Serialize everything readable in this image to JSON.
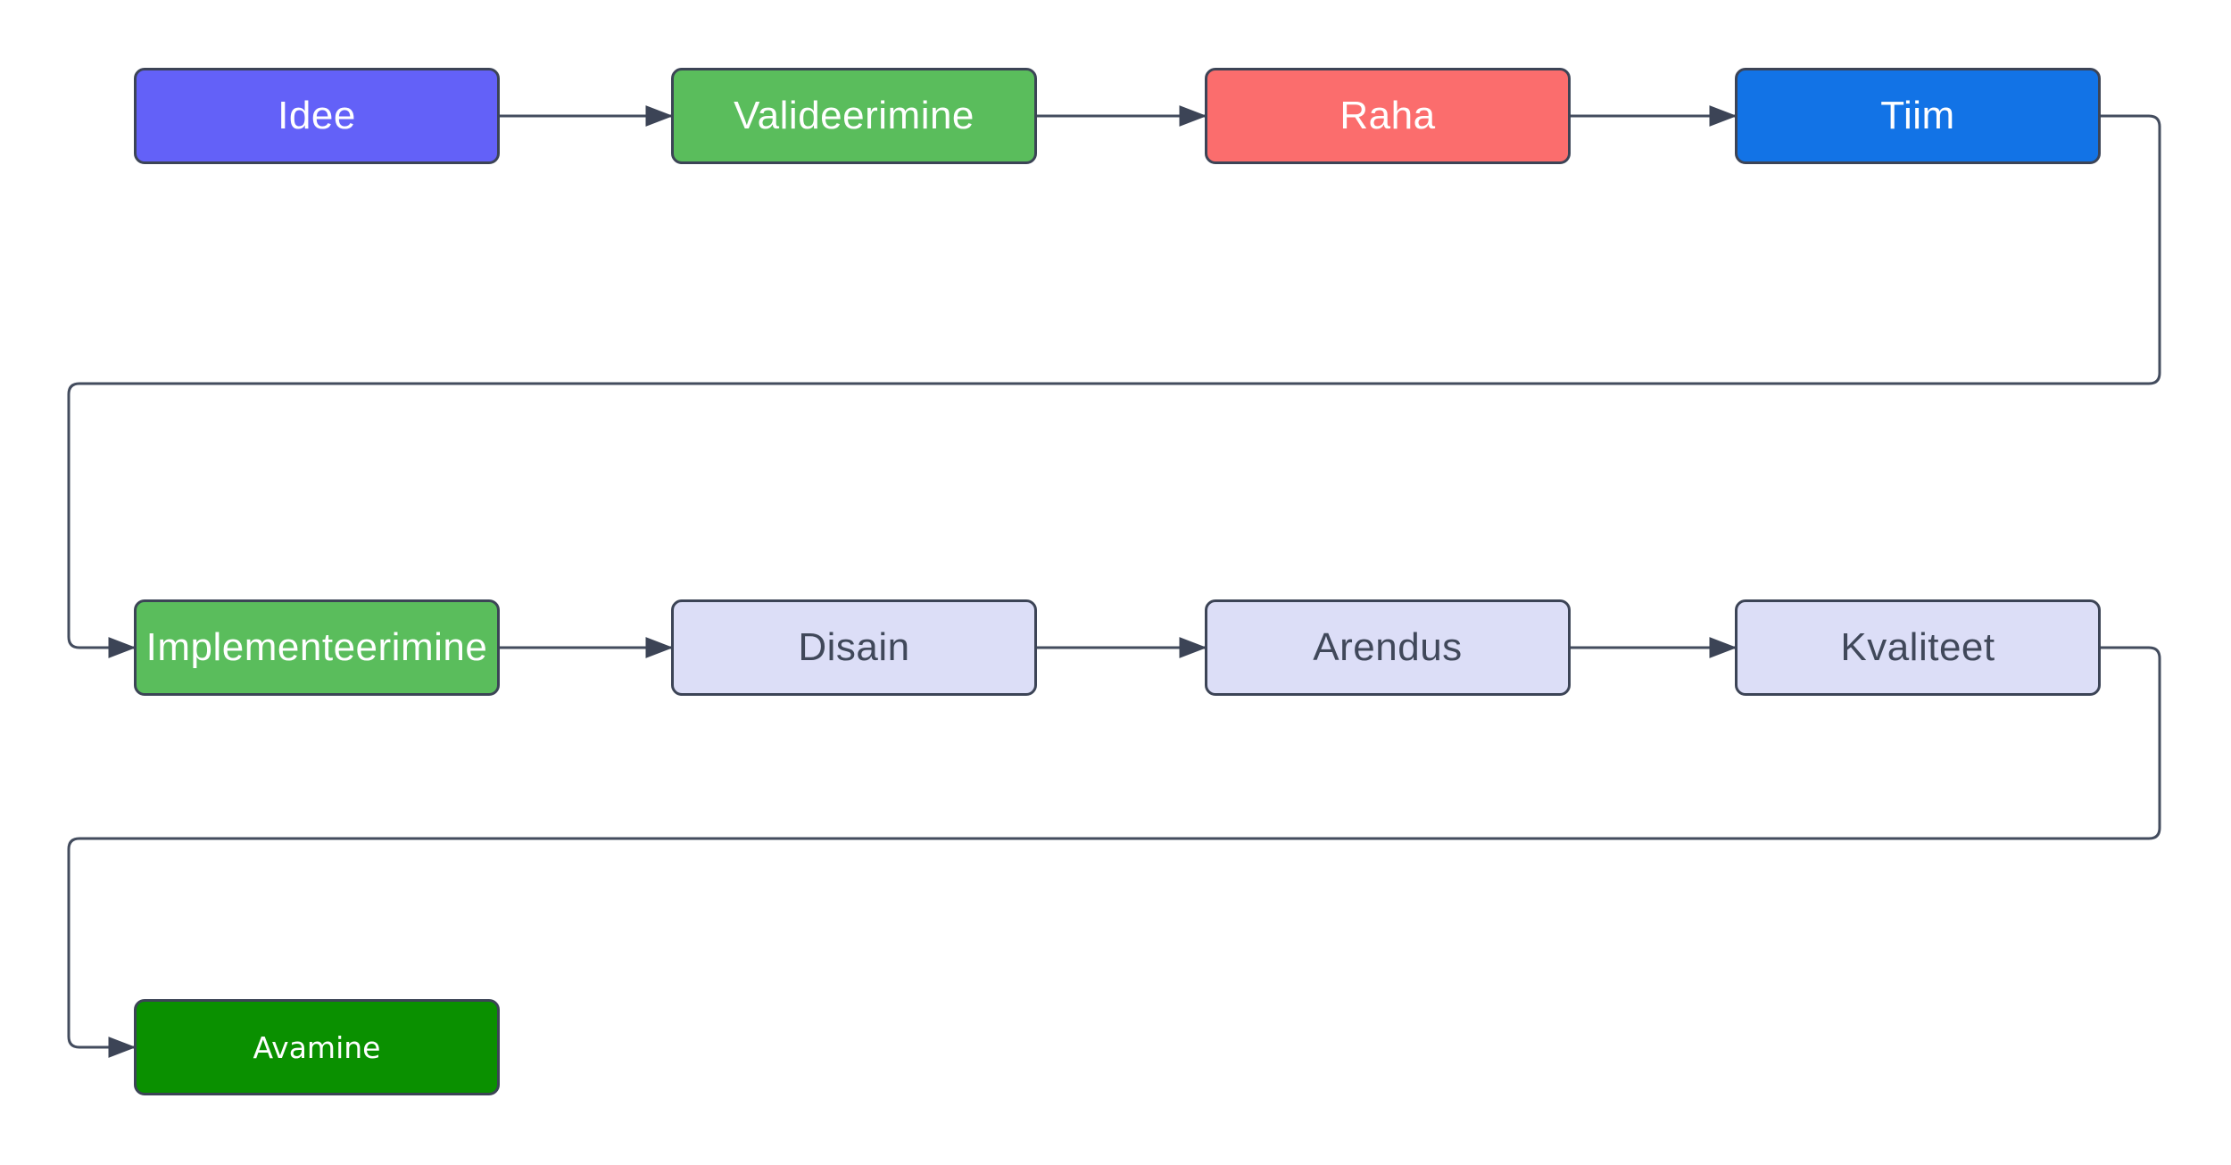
{
  "diagram_type": "flowchart",
  "colors": {
    "background": "#ffffff",
    "connector": "#434c5e",
    "arrowhead": "#3c4456",
    "node_border": "#3c4456"
  },
  "nodes": [
    {
      "id": "idee",
      "label": "Idee",
      "fill": "#6361f8",
      "text_color": "#ffffff"
    },
    {
      "id": "valideerimine",
      "label": "Valideerimine",
      "fill": "#5abd5c",
      "text_color": "#ffffff"
    },
    {
      "id": "raha",
      "label": "Raha",
      "fill": "#fb6d6d",
      "text_color": "#ffffff"
    },
    {
      "id": "tiim",
      "label": "Tiim",
      "fill": "#1273e6",
      "text_color": "#ffffff"
    },
    {
      "id": "implementeerimine",
      "label": "Implementeerimine",
      "fill": "#5abd5c",
      "text_color": "#ffffff"
    },
    {
      "id": "disain",
      "label": "Disain",
      "fill": "#dcdef7",
      "text_color": "#40485a"
    },
    {
      "id": "arendus",
      "label": "Arendus",
      "fill": "#dcdef7",
      "text_color": "#40485a"
    },
    {
      "id": "kvaliteet",
      "label": "Kvaliteet",
      "fill": "#dcdef7",
      "text_color": "#40485a"
    },
    {
      "id": "avamine",
      "label": "Avamine",
      "fill": "#0a9000",
      "text_color": "#ffffff"
    }
  ],
  "edges": [
    {
      "from": "Idee",
      "to": "Valideerimine"
    },
    {
      "from": "Valideerimine",
      "to": "Raha"
    },
    {
      "from": "Raha",
      "to": "Tiim"
    },
    {
      "from": "Tiim",
      "to": "Implementeerimine"
    },
    {
      "from": "Implementeerimine",
      "to": "Disain"
    },
    {
      "from": "Disain",
      "to": "Arendus"
    },
    {
      "from": "Arendus",
      "to": "Kvaliteet"
    },
    {
      "from": "Kvaliteet",
      "to": "Avamine"
    }
  ]
}
